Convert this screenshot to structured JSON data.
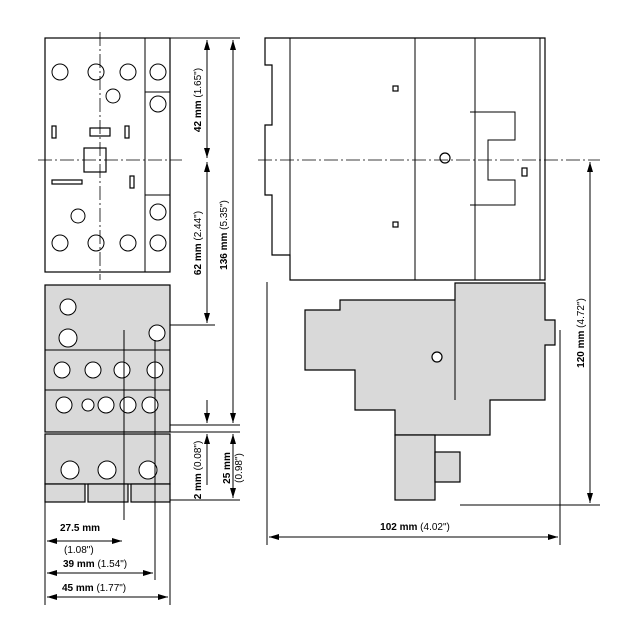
{
  "dimensions": {
    "d42": {
      "value": "42 mm",
      "inch": "(1.65\")"
    },
    "d62": {
      "value": "62 mm",
      "inch": "(2.44\")"
    },
    "d136": {
      "value": "136 mm",
      "inch": "(5.35\")"
    },
    "d2": {
      "value": "2 mm",
      "inch": "(0.08\")"
    },
    "d25": {
      "value": "25 mm",
      "inch": "(0.98\")"
    },
    "d120": {
      "value": "120 mm",
      "inch": "(4.72\")"
    },
    "d102": {
      "value": "102 mm",
      "inch": "(4.02\")"
    },
    "d27": {
      "value": "27.5 mm",
      "inch": "(1.08\")"
    },
    "d39": {
      "value": "39 mm",
      "inch": "(1.54\")"
    },
    "d45": {
      "value": "45 mm",
      "inch": "(1.77\")"
    }
  }
}
